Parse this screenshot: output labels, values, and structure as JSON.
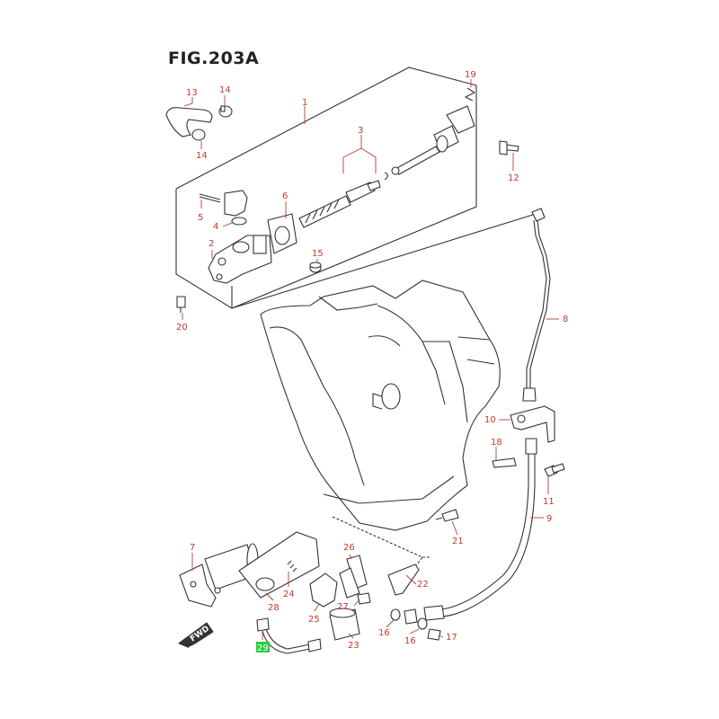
{
  "figure": {
    "title": "FIG.203A"
  },
  "fwd_label": "FWD",
  "callouts": [
    "1",
    "2",
    "3",
    "4",
    "5",
    "6",
    "7",
    "8",
    "9",
    "10",
    "11",
    "12",
    "13",
    "14",
    "14",
    "15",
    "16",
    "16",
    "17",
    "18",
    "19",
    "20",
    "21",
    "22",
    "23",
    "24",
    "25",
    "26",
    "27",
    "28",
    "29"
  ],
  "highlighted_callout": "29",
  "colors": {
    "callout": "#c0392b",
    "highlight": "#2ecc40",
    "line": "#333333"
  }
}
